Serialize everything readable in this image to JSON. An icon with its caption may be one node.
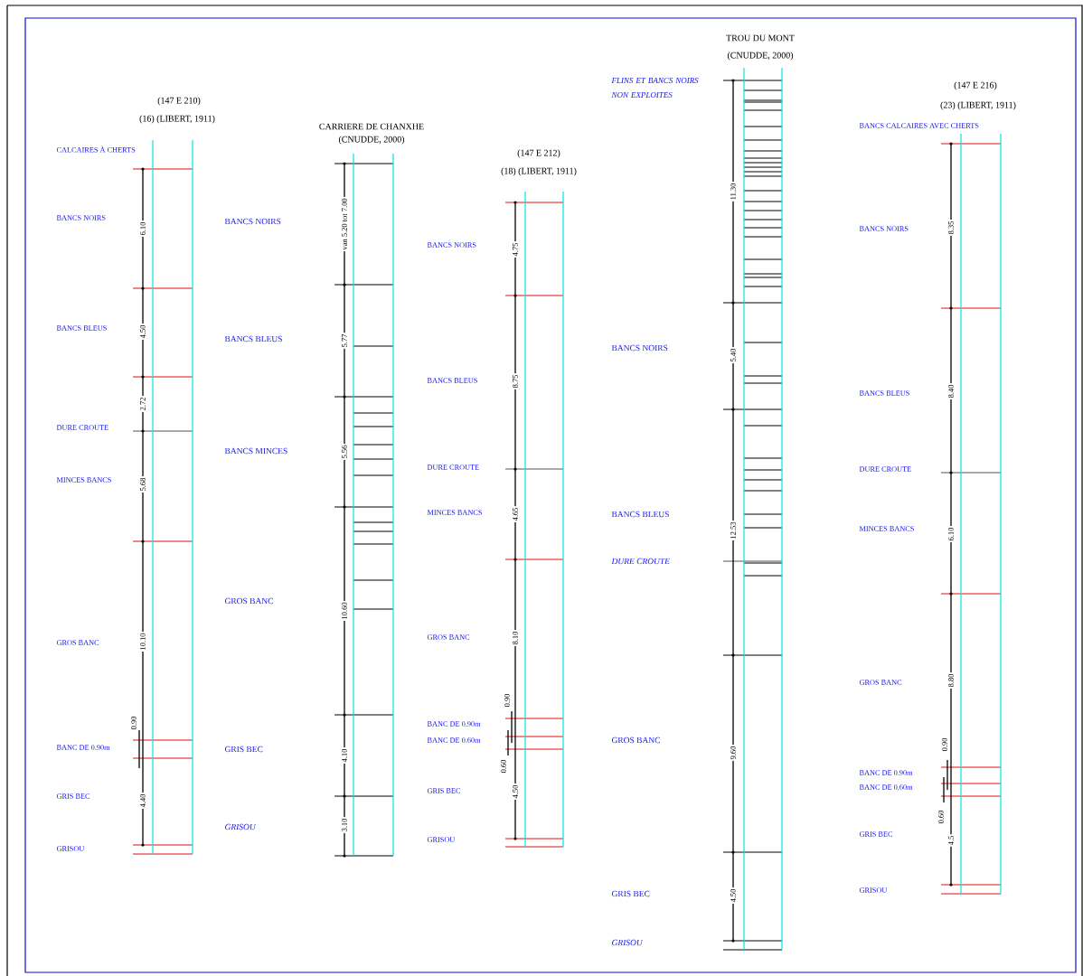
{
  "diagram": {
    "labels": [
      "(147 E 210)",
      "(16) (LIBERT, 1911)",
      "CALCAIRES À CHERTS",
      "BANCS NOIRS",
      "6.10",
      "BANCS BLEUS",
      "4.50",
      "2.72",
      "DURE CROUTE",
      "MINCES BANCS",
      "5.68",
      "GROS BANC",
      "10.10",
      "0.90",
      "BANC DE 0.90m",
      "GRIS BEC",
      "4.40",
      "GRISOU",
      "CARRIERE DE CHANXHE",
      "(CNUDDE, 2000)",
      "BANCS NOIRS",
      "van 5.20 tot 7.00",
      "BANCS BLEUS",
      "5.77",
      "BANCS MINCES",
      "5.56",
      "GROS BANC",
      "10.60",
      "GRIS BEC",
      "4.10",
      "GRISOU",
      "3.10",
      "(147 E 212)",
      "(18) (LIBERT, 1911)",
      "BANCS NOIRS",
      "4.75",
      "BANCS BLEUS",
      "8.75",
      "DURE CROUTE",
      "MINCES BANCS",
      "4.65",
      "GROS BANC",
      "8.10",
      "0.90",
      "BANC DE 0.90m",
      "BANC DE 0.60m",
      "0.60",
      "GRIS BEC",
      "4.50",
      "GRISOU",
      "TROU DU MONT",
      "(CNUDDE, 2000)",
      "FLINS ET BANCS NOIRS NON EXPLOITES",
      "11.30",
      "BANCS NOIRS",
      "5.40",
      "BANCS BLEUS",
      "12.53",
      "DURE CROUTE",
      "GROS BANC",
      "9.60",
      "GRIS BEC",
      "4.50",
      "GRISOU",
      "(147 E 216)",
      "(23) (LIBERT, 1911)",
      "BANCS CALCAIRES AVEC CHERTS",
      "BANCS NOIRS",
      "8.35",
      "BANCS BLEUS",
      "8.40",
      "DURE CROUTE",
      "MINCES BANCS",
      "6.10",
      "GROS BANC",
      "8.80",
      "0.90",
      "BANC DE 0.90m",
      "BANC DE 0.60m",
      "0.60",
      "GRIS BEC",
      "4.5",
      "GRISOU"
    ]
  }
}
